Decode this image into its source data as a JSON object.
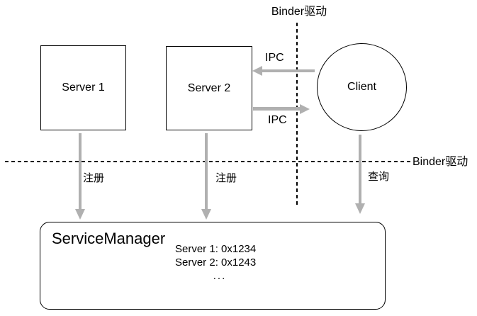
{
  "labels": {
    "binder_driver_top": "Binder驱动",
    "binder_driver_right": "Binder驱动"
  },
  "nodes": {
    "server1": "Server 1",
    "server2": "Server 2",
    "client": "Client",
    "service_manager": "ServiceManager"
  },
  "edges": {
    "ipc_to_server2": "IPC",
    "ipc_to_client": "IPC",
    "register_server1": "注册",
    "register_server2": "注册",
    "query_client": "查询"
  },
  "registry": {
    "entries": [
      "Server 1: 0x1234",
      "Server 2: 0x1243",
      "..."
    ]
  },
  "colors": {
    "arrow": "#b0b0b0",
    "line": "#000000",
    "background": "#ffffff",
    "text": "#000000"
  }
}
